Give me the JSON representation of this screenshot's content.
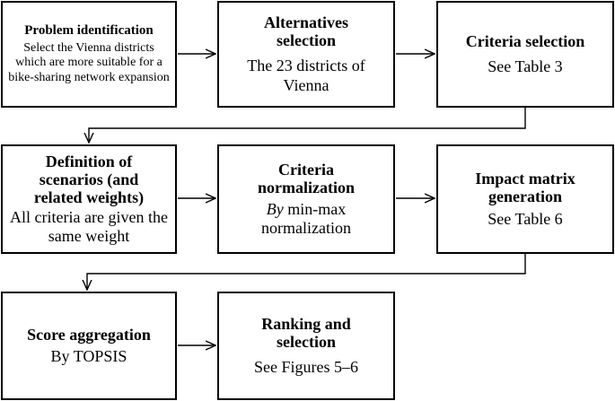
{
  "boxes": {
    "problem": {
      "title": "Problem identification",
      "body": "Select the Vienna districts which are more suitable for a bike-sharing network expansion"
    },
    "alternatives": {
      "title_line1": "Alternatives",
      "title_line2": "selection",
      "body": "The 23 districts of Vienna"
    },
    "criteria": {
      "title": "Criteria selection",
      "body": "See Table 3"
    },
    "scenarios": {
      "title": "Definition of scenarios (and related weights)",
      "body": "All criteria are given the same weight"
    },
    "normalization": {
      "title": "Criteria normalization",
      "body_italic": "By",
      "body_rest": " min-max normalization"
    },
    "impact": {
      "title": "Impact matrix generation",
      "body": "See Table 6"
    },
    "score": {
      "title": "Score aggregation",
      "body": "By TOPSIS"
    },
    "ranking": {
      "title": "Ranking and selection",
      "body": "See Figures 5–6"
    }
  }
}
